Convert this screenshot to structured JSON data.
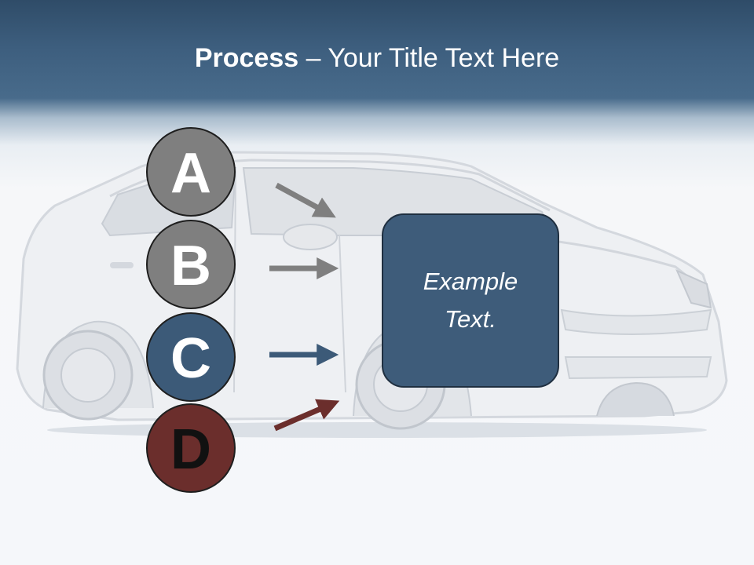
{
  "slide": {
    "title_bold": "Process",
    "title_rest": " – Your Title Text Here"
  },
  "steps": [
    {
      "letter": "A",
      "color": "#7f7f7f",
      "arrow_color": "#7f7f7f"
    },
    {
      "letter": "B",
      "color": "#7f7f7f",
      "arrow_color": "#7f7f7f"
    },
    {
      "letter": "C",
      "color": "#3c5a78",
      "arrow_color": "#3c5a78"
    },
    {
      "letter": "D",
      "color": "#6b2e2c",
      "arrow_color": "#6b2e2c"
    }
  ],
  "target_box": {
    "text": "Example Text.",
    "color": "#3e5c7a"
  },
  "background_image": {
    "icon": "car-icon"
  }
}
